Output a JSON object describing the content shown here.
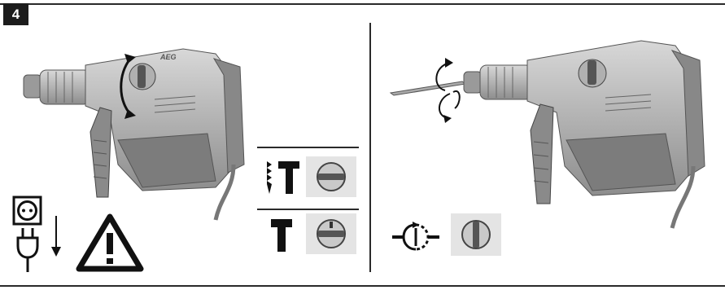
{
  "figure": {
    "step_number": "4",
    "drill_brand_label": "AEG",
    "mode_symbols": {
      "hammer_drill": "hammer-drill-mode-icon",
      "chisel": "chisel-mode-icon",
      "chisel_rotation": "chisel-rotation-icon"
    },
    "selector_marks": "T"
  }
}
